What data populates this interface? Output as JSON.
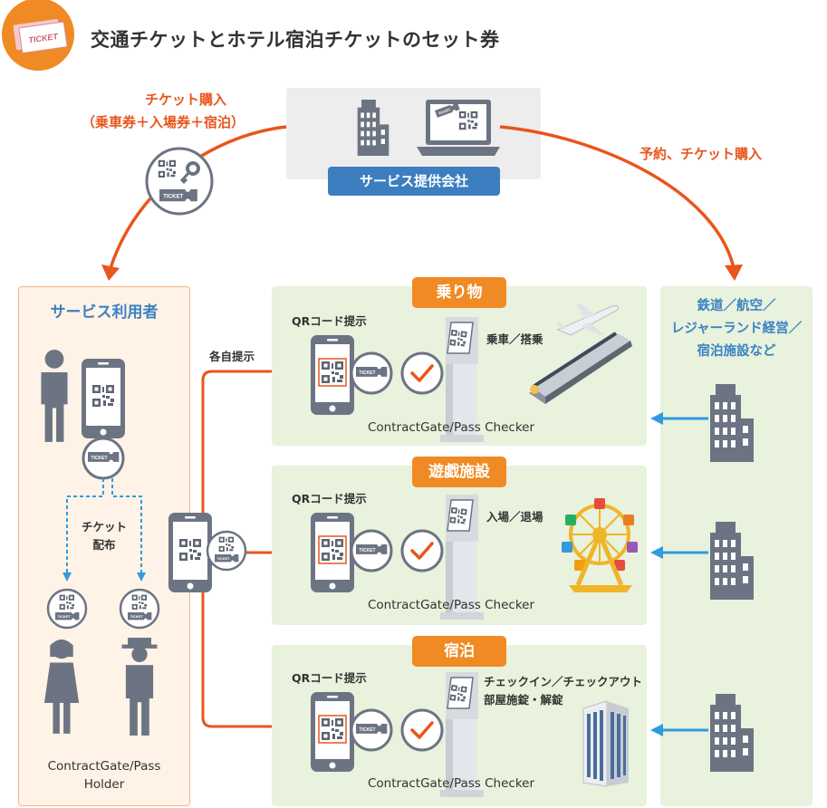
{
  "header": {
    "title": "交通チケットとホテル宿泊チケットのセット券",
    "logo_text": "TICKET"
  },
  "provider": {
    "label": "サービス提供会社"
  },
  "flows": {
    "purchase_line1": "チケット購入",
    "purchase_line2": "（乗車券＋入場券＋宿泊）",
    "reserve": "予約、チケット購入",
    "each_present": "各自提示"
  },
  "user_panel": {
    "title": "サービス利用者",
    "distribute_line1": "チケット",
    "distribute_line2": "配布",
    "holder_line1": "ContractGate/Pass",
    "holder_line2": "Holder"
  },
  "services": [
    {
      "tag": "乗り物",
      "qr_label": "QRコード提示",
      "action_line1": "乗車／搭乗",
      "action_line2": "",
      "checker": "ContractGate/Pass Checker"
    },
    {
      "tag": "遊戯施設",
      "qr_label": "QRコード提示",
      "action_line1": "入場／退場",
      "action_line2": "",
      "checker": "ContractGate/Pass Checker"
    },
    {
      "tag": "宿泊",
      "qr_label": "QRコード提示",
      "action_line1": "チェックイン／チェックアウト",
      "action_line2": "部屋施錠・解錠",
      "checker": "ContractGate/Pass Checker"
    }
  ],
  "operators": {
    "line1": "鉄道／航空／",
    "line2": "レジャーランド経営／",
    "line3": "宿泊施設など"
  },
  "icons": {
    "ticket": "ticket-icon",
    "building": "building-icon",
    "laptop": "laptop-icon",
    "phone": "smartphone-icon",
    "check": "check-icon",
    "kiosk": "kiosk-icon",
    "person": "person-icon",
    "train": "train-icon",
    "airplane": "airplane-icon",
    "ferris_wheel": "ferris-wheel-icon",
    "hotel": "hotel-icon",
    "key": "key-icon",
    "ticket_label": "TICKET"
  },
  "colors": {
    "orange": "#e9551b",
    "tag": "#f08a24",
    "blue": "#3c7ebf",
    "arrow_blue": "#2f9be0",
    "green_panel": "#e8f2dc",
    "user_panel": "#fef3e6",
    "gray": "#6c7483"
  }
}
